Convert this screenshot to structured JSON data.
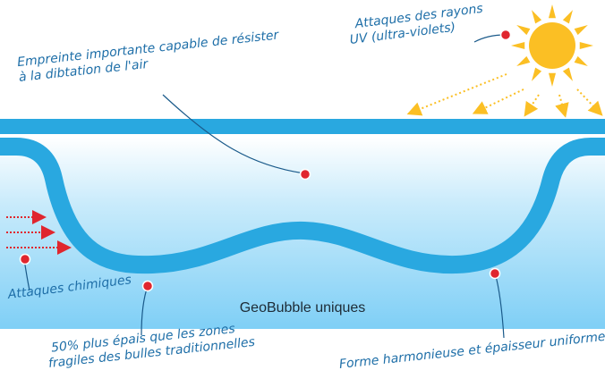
{
  "colors": {
    "tube": "#29a8e0",
    "water_top": "#ffffff",
    "water_bottom": "#7fcff6",
    "dot": "#e0262e",
    "leader": "#1a5a8a",
    "sun": "#fbbf24",
    "text": "#1f6fa8"
  },
  "labels": {
    "footprint_line1": "Empreinte importante capable de résister",
    "footprint_line2": "à la dibtation de l'air",
    "uv_line1": "Attaques des rayons",
    "uv_line2": "UV (ultra-violets)",
    "chemical": "Attaques chimiques",
    "thickness_line1": "50% plus épais que les zones",
    "thickness_line2": "fragiles des bulles traditionnelles",
    "shape": "Forme harmonieuse et épaisseur uniforme",
    "caption": "GeoBubble uniques"
  }
}
